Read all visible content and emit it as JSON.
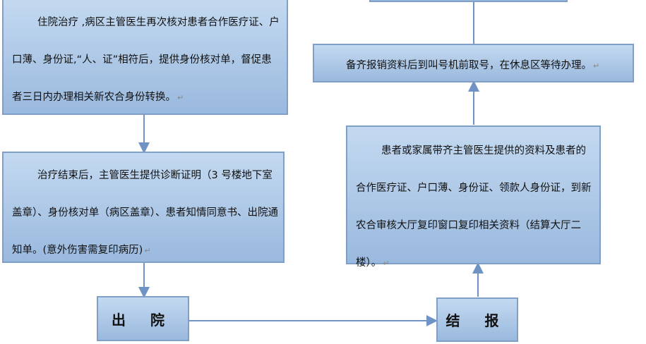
{
  "boxes": {
    "admission": "住院治疗 ,病区主管医生再次核对患者合作医疗证、户口薄、身份证,“人、证”相符后，提供身份核对单，督促患者三日内办理相关新农合身份转换。",
    "treatment_end": "治疗结束后，主管医生提供诊断证明（3 号楼地下室盖章）、身份核对单（病区盖章）、患者知情同意书、出院通知单。(意外伤害需复印病历)",
    "discharge": "出 院",
    "settlement": "结 报",
    "copy_documents": "患者或家属带齐主管医生提供的资料及患者的合作医疗证、户口薄、身份证、领款人身份证，到新农合审核大厅复印窗口复印相关资料（结算大厅二楼）。",
    "queue": "备齐报销资料后到叫号机前取号，在休息区等待办理。"
  },
  "paragraph_mark": "↵"
}
